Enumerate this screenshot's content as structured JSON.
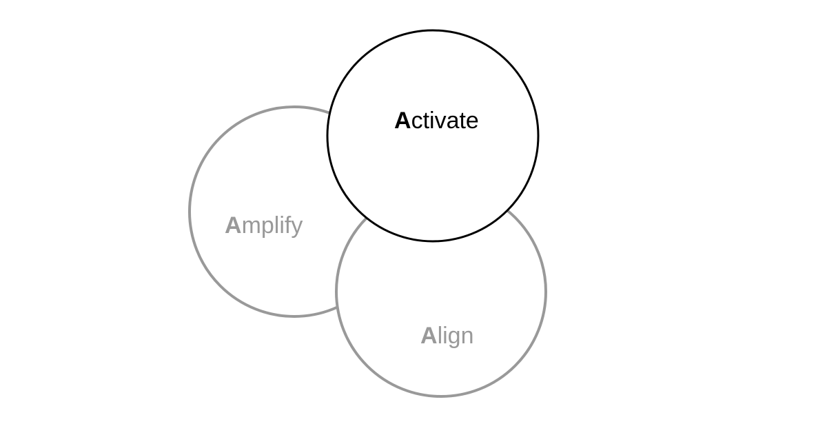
{
  "diagram": {
    "circles": [
      {
        "key": "amplify",
        "initial": "A",
        "rest": "mplify",
        "color": "#999999"
      },
      {
        "key": "align",
        "initial": "A",
        "rest": "lign",
        "color": "#999999"
      },
      {
        "key": "activate",
        "initial": "A",
        "rest": "ctivate",
        "color": "#000000"
      }
    ]
  }
}
